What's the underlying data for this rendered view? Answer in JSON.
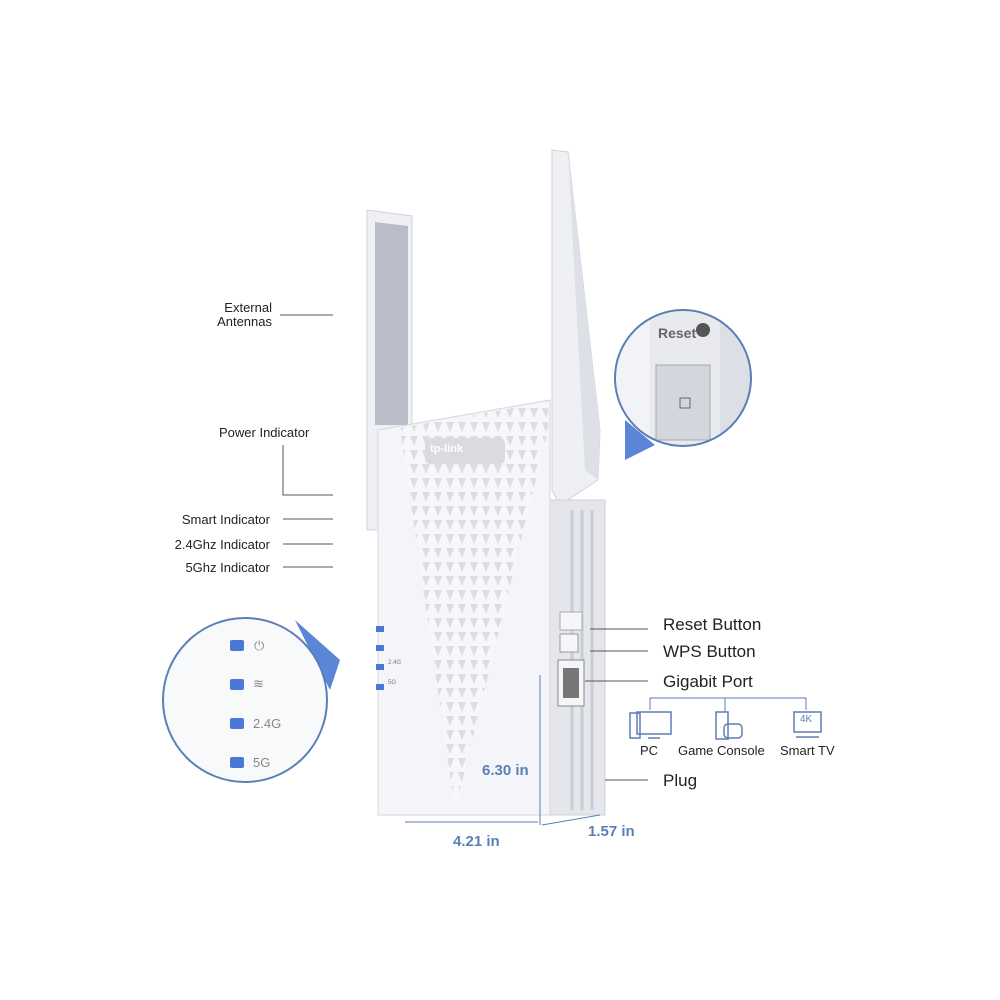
{
  "brand": "tp-link",
  "left_callouts": {
    "external_antennas": [
      "External",
      "Antennas"
    ],
    "power_indicator": "Power Indicator",
    "smart_indicator": "Smart Indicator",
    "indicator_24": "2.4Ghz Indicator",
    "indicator_5": "5Ghz Indicator"
  },
  "right_callouts": {
    "reset": "Reset Button",
    "wps": "WPS Button",
    "gigabit": "Gigabit Port",
    "plug": "Plug"
  },
  "devices": [
    {
      "label": "PC",
      "icon": "pc-icon"
    },
    {
      "label": "Game Console",
      "icon": "game-console-icon"
    },
    {
      "label": "Smart TV",
      "icon": "smart-tv-icon",
      "badge": "4K"
    }
  ],
  "zoom_leds": [
    "2.4G",
    "5G"
  ],
  "device_leds": [
    "2.4G",
    "5G"
  ],
  "reset_label": "Reset",
  "dimensions": {
    "height": "6.30 in",
    "width": "4.21 in",
    "depth": "1.57 in"
  },
  "colors": {
    "accent": "#5b7fb5",
    "led": "#4a78d8",
    "body": "#f4f5f8"
  }
}
